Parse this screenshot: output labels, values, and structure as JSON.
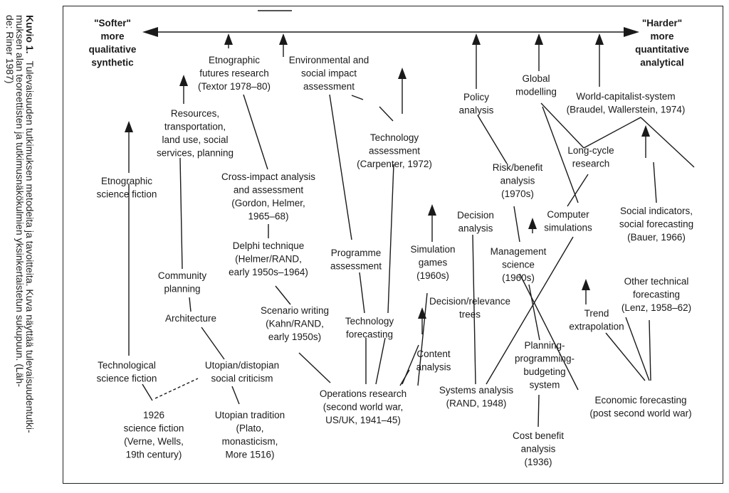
{
  "caption": {
    "label": "Kuvio 1.",
    "lines": [
      "Tulevaisuuden tutkimuksen metodeita ja tavoitteita. Kuva näyttää tulevaisuudentutki-",
      "muksen alan teoreettisten ja tutkimusnäkökulmien yksinkertaistetun sukupuun. (Läh-",
      "de: Riner 1987)"
    ]
  },
  "axis": {
    "left": [
      "\"Softer\"",
      "more",
      "qualitative",
      "synthetic"
    ],
    "right": [
      "\"Harder\"",
      "more",
      "quantitative",
      "analytical"
    ]
  },
  "nodes": {
    "etno_futures": [
      "Etnographic",
      "futures research",
      "(Textor 1978–80)"
    ],
    "env_impact": [
      "Environmental and",
      "social impact",
      "assessment"
    ],
    "policy": [
      "Policy",
      "analysis"
    ],
    "global": [
      "Global",
      "modelling"
    ],
    "world_cap": [
      "World-capitalist-system",
      "(Braudel, Wallerstein, 1974)"
    ],
    "resources": [
      "Resources,",
      "transportation,",
      "land use, social",
      "services, planning"
    ],
    "tech_assess": [
      "Technology",
      "assessment",
      "(Carpenter, 1972)"
    ],
    "long_cycle": [
      "Long-cycle",
      "research"
    ],
    "etno_scifi": [
      "Etnographic",
      "science fiction"
    ],
    "cross_impact": [
      "Cross-impact analysis",
      "and assessment",
      "(Gordon, Helmer,",
      "1965–68)"
    ],
    "risk": [
      "Risk/benefit",
      "analysis",
      "(1970s)"
    ],
    "social_ind": [
      "Social indicators,",
      "social forecasting",
      "(Bauer, 1966)"
    ],
    "decision": [
      "Decision",
      "analysis"
    ],
    "computer_sim": [
      "Computer",
      "simulations"
    ],
    "delphi": [
      "Delphi technique",
      "(Helmer/RAND,",
      "early 1950s–1964)"
    ],
    "programme": [
      "Programme",
      "assessment"
    ],
    "sim_games": [
      "Simulation",
      "games",
      "(1960s)"
    ],
    "mgmt": [
      "Management",
      "science",
      "(1960s)"
    ],
    "community": [
      "Community",
      "planning"
    ],
    "other_tech": [
      "Other technical",
      "forecasting",
      "(Lenz, 1958–62)"
    ],
    "architecture": [
      "Architecture"
    ],
    "scenario": [
      "Scenario writing",
      "(Kahn/RAND,",
      "early 1950s)"
    ],
    "tech_forecast": [
      "Technology",
      "forecasting"
    ],
    "dec_rel": [
      "Decision/relevance",
      "trees"
    ],
    "trend": [
      "Trend",
      "extrapolation"
    ],
    "tech_scifi": [
      "Technological",
      "science fiction"
    ],
    "utopian_crit": [
      "Utopian/distopian",
      "social criticism"
    ],
    "content": [
      "Content",
      "analysis"
    ],
    "ppbs": [
      "Planning-",
      "programming-",
      "budgeting",
      "system"
    ],
    "ops": [
      "Operations research",
      "(second world war,",
      "US/UK, 1941–45)"
    ],
    "systems": [
      "Systems analysis",
      "(RAND, 1948)"
    ],
    "econ": [
      "Economic forecasting",
      "(post second world war)"
    ],
    "scifi1926": [
      "1926",
      "science fiction",
      "(Verne, Wells,",
      "19th century)"
    ],
    "utopian_trad": [
      "Utopian tradition",
      "(Plato,",
      "monasticism,",
      "More 1516)"
    ],
    "cost_benefit": [
      "Cost benefit",
      "analysis",
      "(1936)"
    ]
  }
}
